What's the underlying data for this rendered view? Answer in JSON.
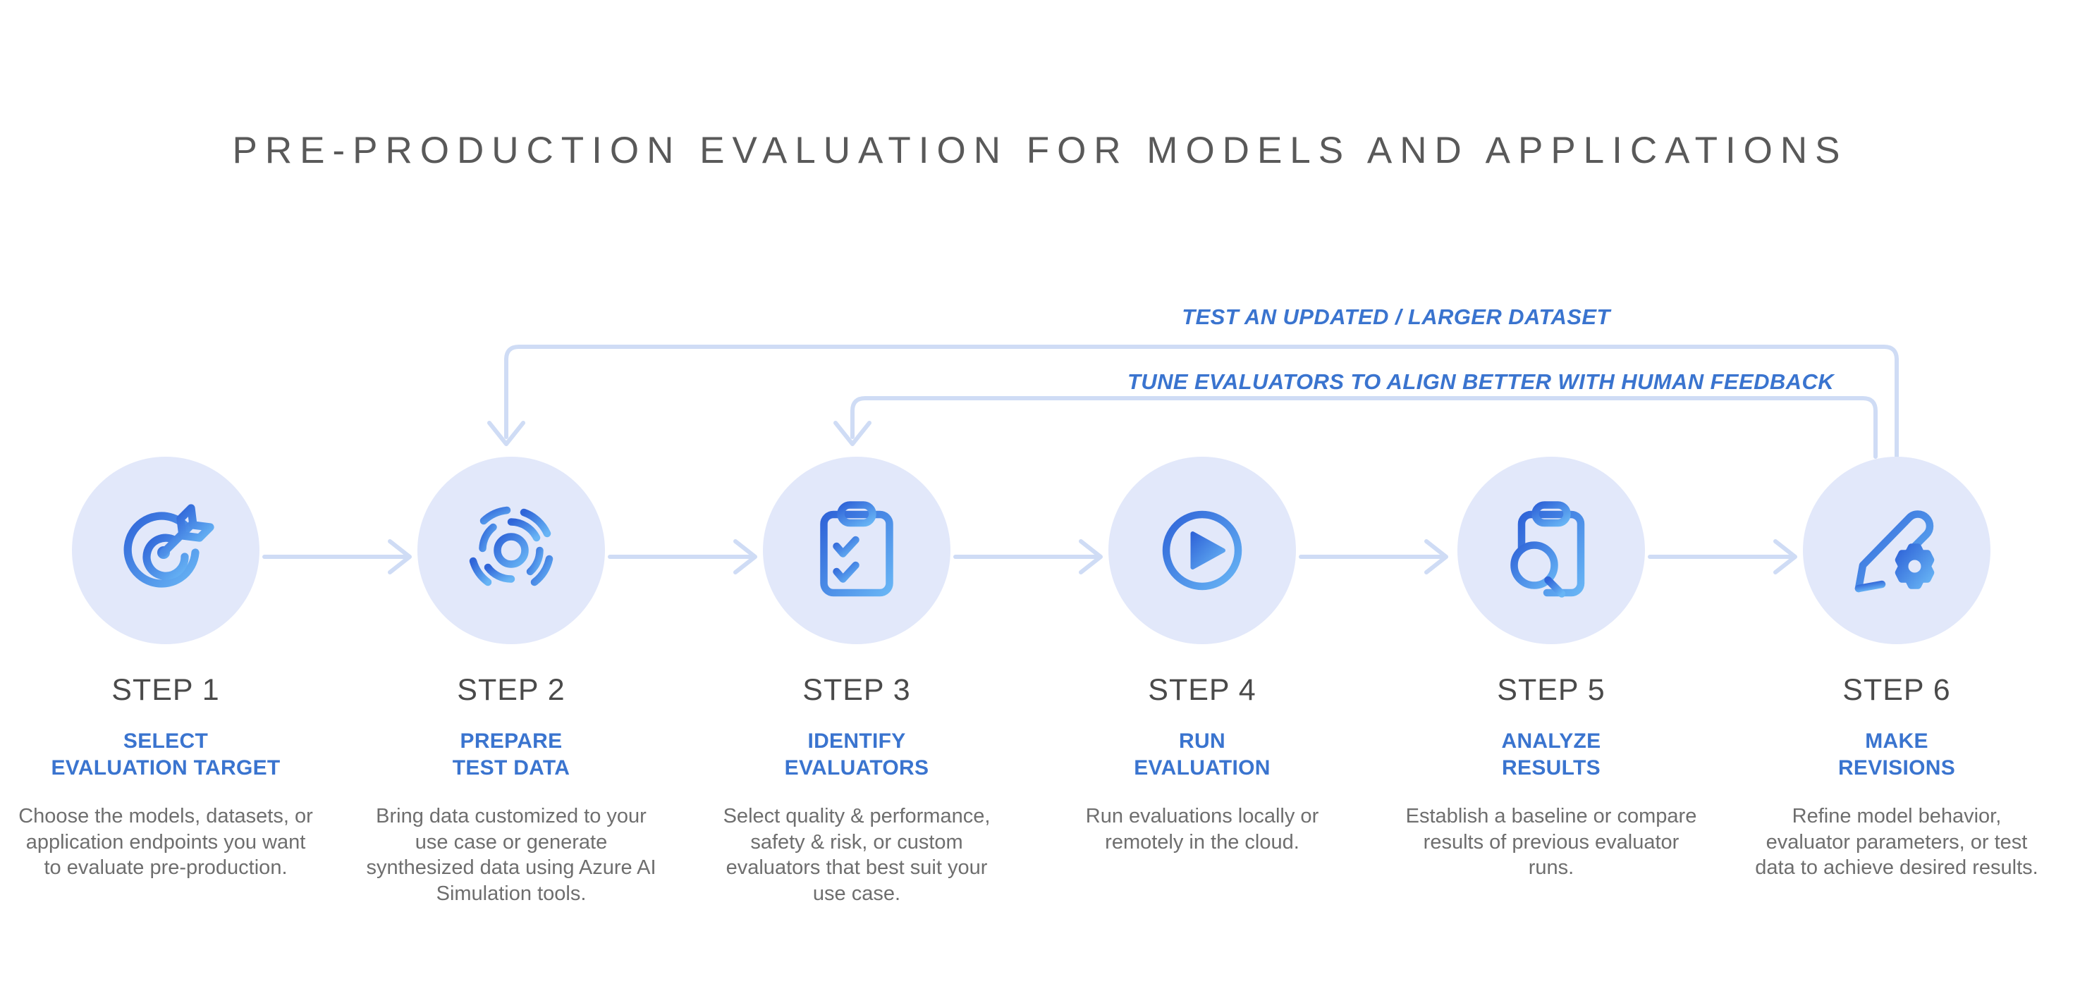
{
  "title": "PRE-PRODUCTION EVALUATION FOR MODELS AND APPLICATIONS",
  "colors": {
    "title_text": "#595959",
    "step_number_text": "#4a4a4a",
    "step_title_accent": "#3a74cf",
    "step_desc_text": "#6e6e6e",
    "circle_background": "#e2e8fa",
    "connector_line": "#cfdcf5",
    "loop_line": "#cfdcf5",
    "icon_gradient_start": "#2f64d8",
    "icon_gradient_end": "#63b0f4"
  },
  "loops": [
    {
      "id": "outer",
      "label": "TEST AN UPDATED / LARGER DATASET",
      "from_step": 6,
      "to_step": 2
    },
    {
      "id": "inner",
      "label": "TUNE EVALUATORS TO ALIGN BETTER WITH HUMAN FEEDBACK",
      "from_step": 6,
      "to_step": 3
    }
  ],
  "steps": [
    {
      "number": "STEP 1",
      "title": "SELECT\nEVALUATION TARGET",
      "description": "Choose the models, datasets, or application endpoints you want to evaluate pre-production.",
      "icon": "target-arrow-icon"
    },
    {
      "number": "STEP 2",
      "title": "PREPARE\nTEST DATA",
      "description": "Bring data customized to your use case or generate synthesized data using Azure AI Simulation tools.",
      "icon": "concentric-dashed-rings-icon"
    },
    {
      "number": "STEP 3",
      "title": "IDENTIFY\nEVALUATORS",
      "description": "Select quality & performance, safety & risk, or custom evaluators that best suit your use case.",
      "icon": "clipboard-checklist-icon"
    },
    {
      "number": "STEP 4",
      "title": "RUN\nEVALUATION",
      "description": "Run evaluations locally or remotely in the cloud.",
      "icon": "play-circle-icon"
    },
    {
      "number": "STEP 5",
      "title": "ANALYZE\nRESULTS",
      "description": "Establish a baseline or compare results of previous evaluator runs.",
      "icon": "clipboard-magnifier-icon"
    },
    {
      "number": "STEP 6",
      "title": "MAKE\nREVISIONS",
      "description": "Refine model behavior, evaluator parameters, or test data to achieve desired results.",
      "icon": "pencil-gear-icon"
    }
  ]
}
